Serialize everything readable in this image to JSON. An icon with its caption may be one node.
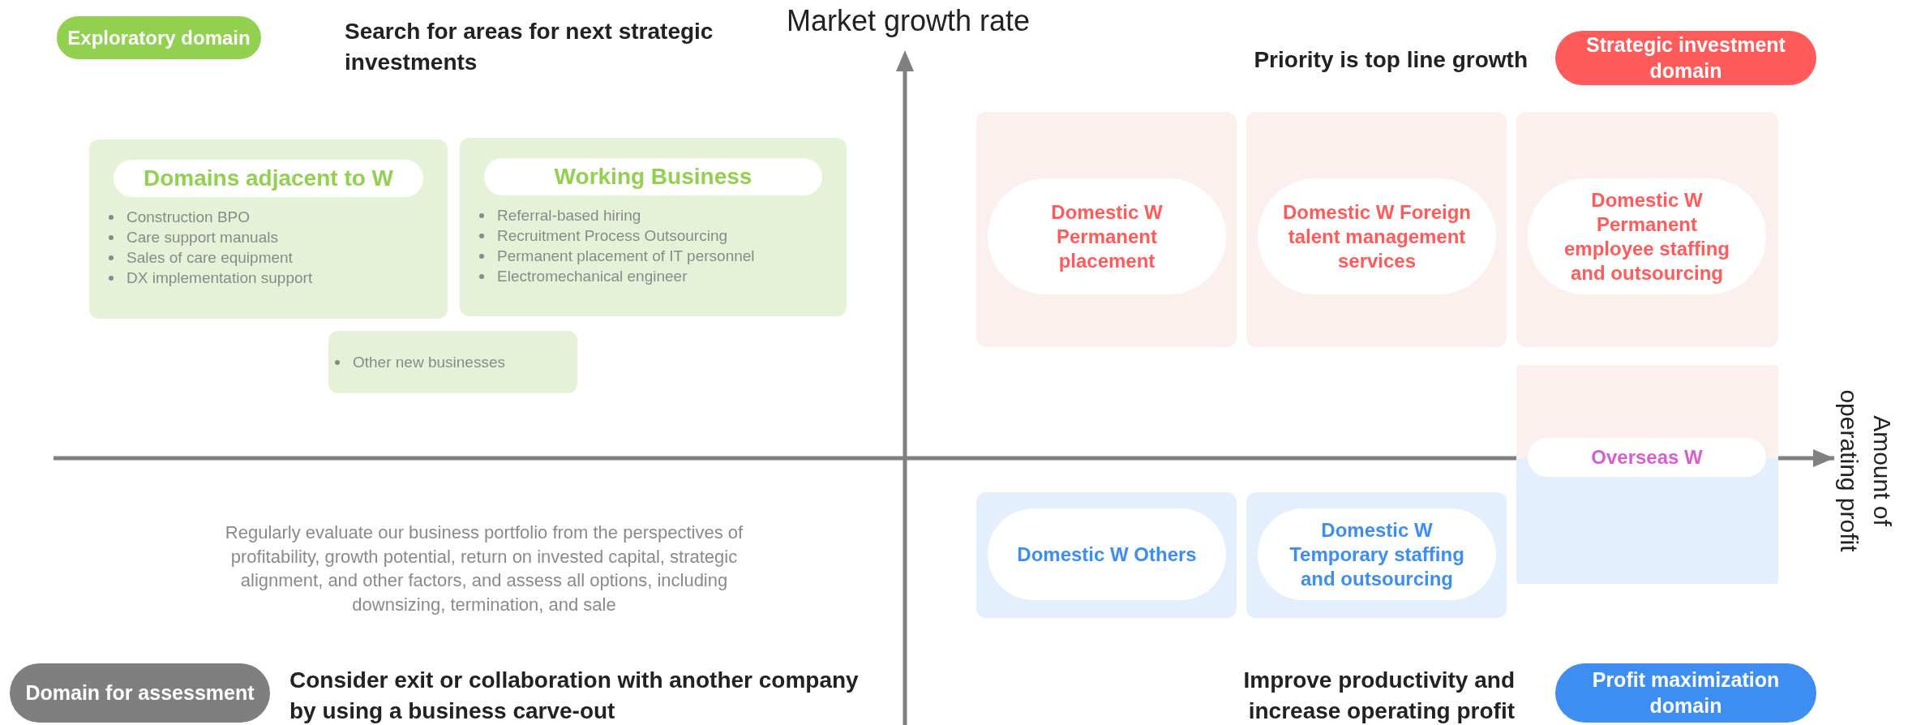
{
  "diagram": {
    "nodes": [
      {
        "text": [
          "Exploratory domain"
        ]
      },
      {
        "text": [
          "Domains adjacent to W",
          "Construction BPO",
          "Care support manuals",
          "Sales of care equipment",
          "DX implementation support"
        ]
      },
      {
        "text": [
          "Working Business",
          "Referral-based hiring",
          "Recruitment Process Outsourcing",
          "Permanent placement of IT personnel",
          "Electromechanical engineer"
        ]
      },
      {
        "text": [
          "Other new businesses"
        ]
      },
      {
        "text": [],
        "shape": "box"
      },
      {
        "text": [
          "Domestic W Permanent placement"
        ],
        "in": 4
      },
      {
        "text": [],
        "shape": "box"
      },
      {
        "text": [
          "Domestic W Foreign talent management services"
        ],
        "in": 6
      },
      {
        "text": [],
        "shape": "box"
      },
      {
        "text": [
          "Domestic W Permanent employee staffing and outsourcing"
        ],
        "in": 8
      },
      {
        "text": [],
        "shape": "box"
      },
      {
        "text": [
          "Overseas W"
        ],
        "in": 10
      },
      {
        "text": [],
        "shape": "box"
      },
      {
        "text": [
          "Domestic W Others"
        ],
        "in": 12
      },
      {
        "text": [],
        "shape": "box"
      },
      {
        "text": [
          "Domestic W Temporary staffing and outsourcing"
        ],
        "in": 14
      },
      {
        "text": [
          "Strategic investment domain"
        ]
      },
      {
        "text": [
          "Domain for assessment"
        ]
      },
      {
        "text": [
          "Profit maximization domain"
        ]
      }
    ],
    "labels": [
      "Market growth rate",
      "Search for areas for next strategic investments",
      "Priority is top line growth",
      "Amount of operating profit",
      "Regularly evaluate our business portfolio from the perspectives of profitability, growth potential, return on invested capital, strategic alignment, and other factors, and assess all options, including downsizing, termination, and sale",
      "Consider exit or collaboration with another company by using a business carve-out",
      "Improve productivity and increase operating profit"
    ]
  }
}
